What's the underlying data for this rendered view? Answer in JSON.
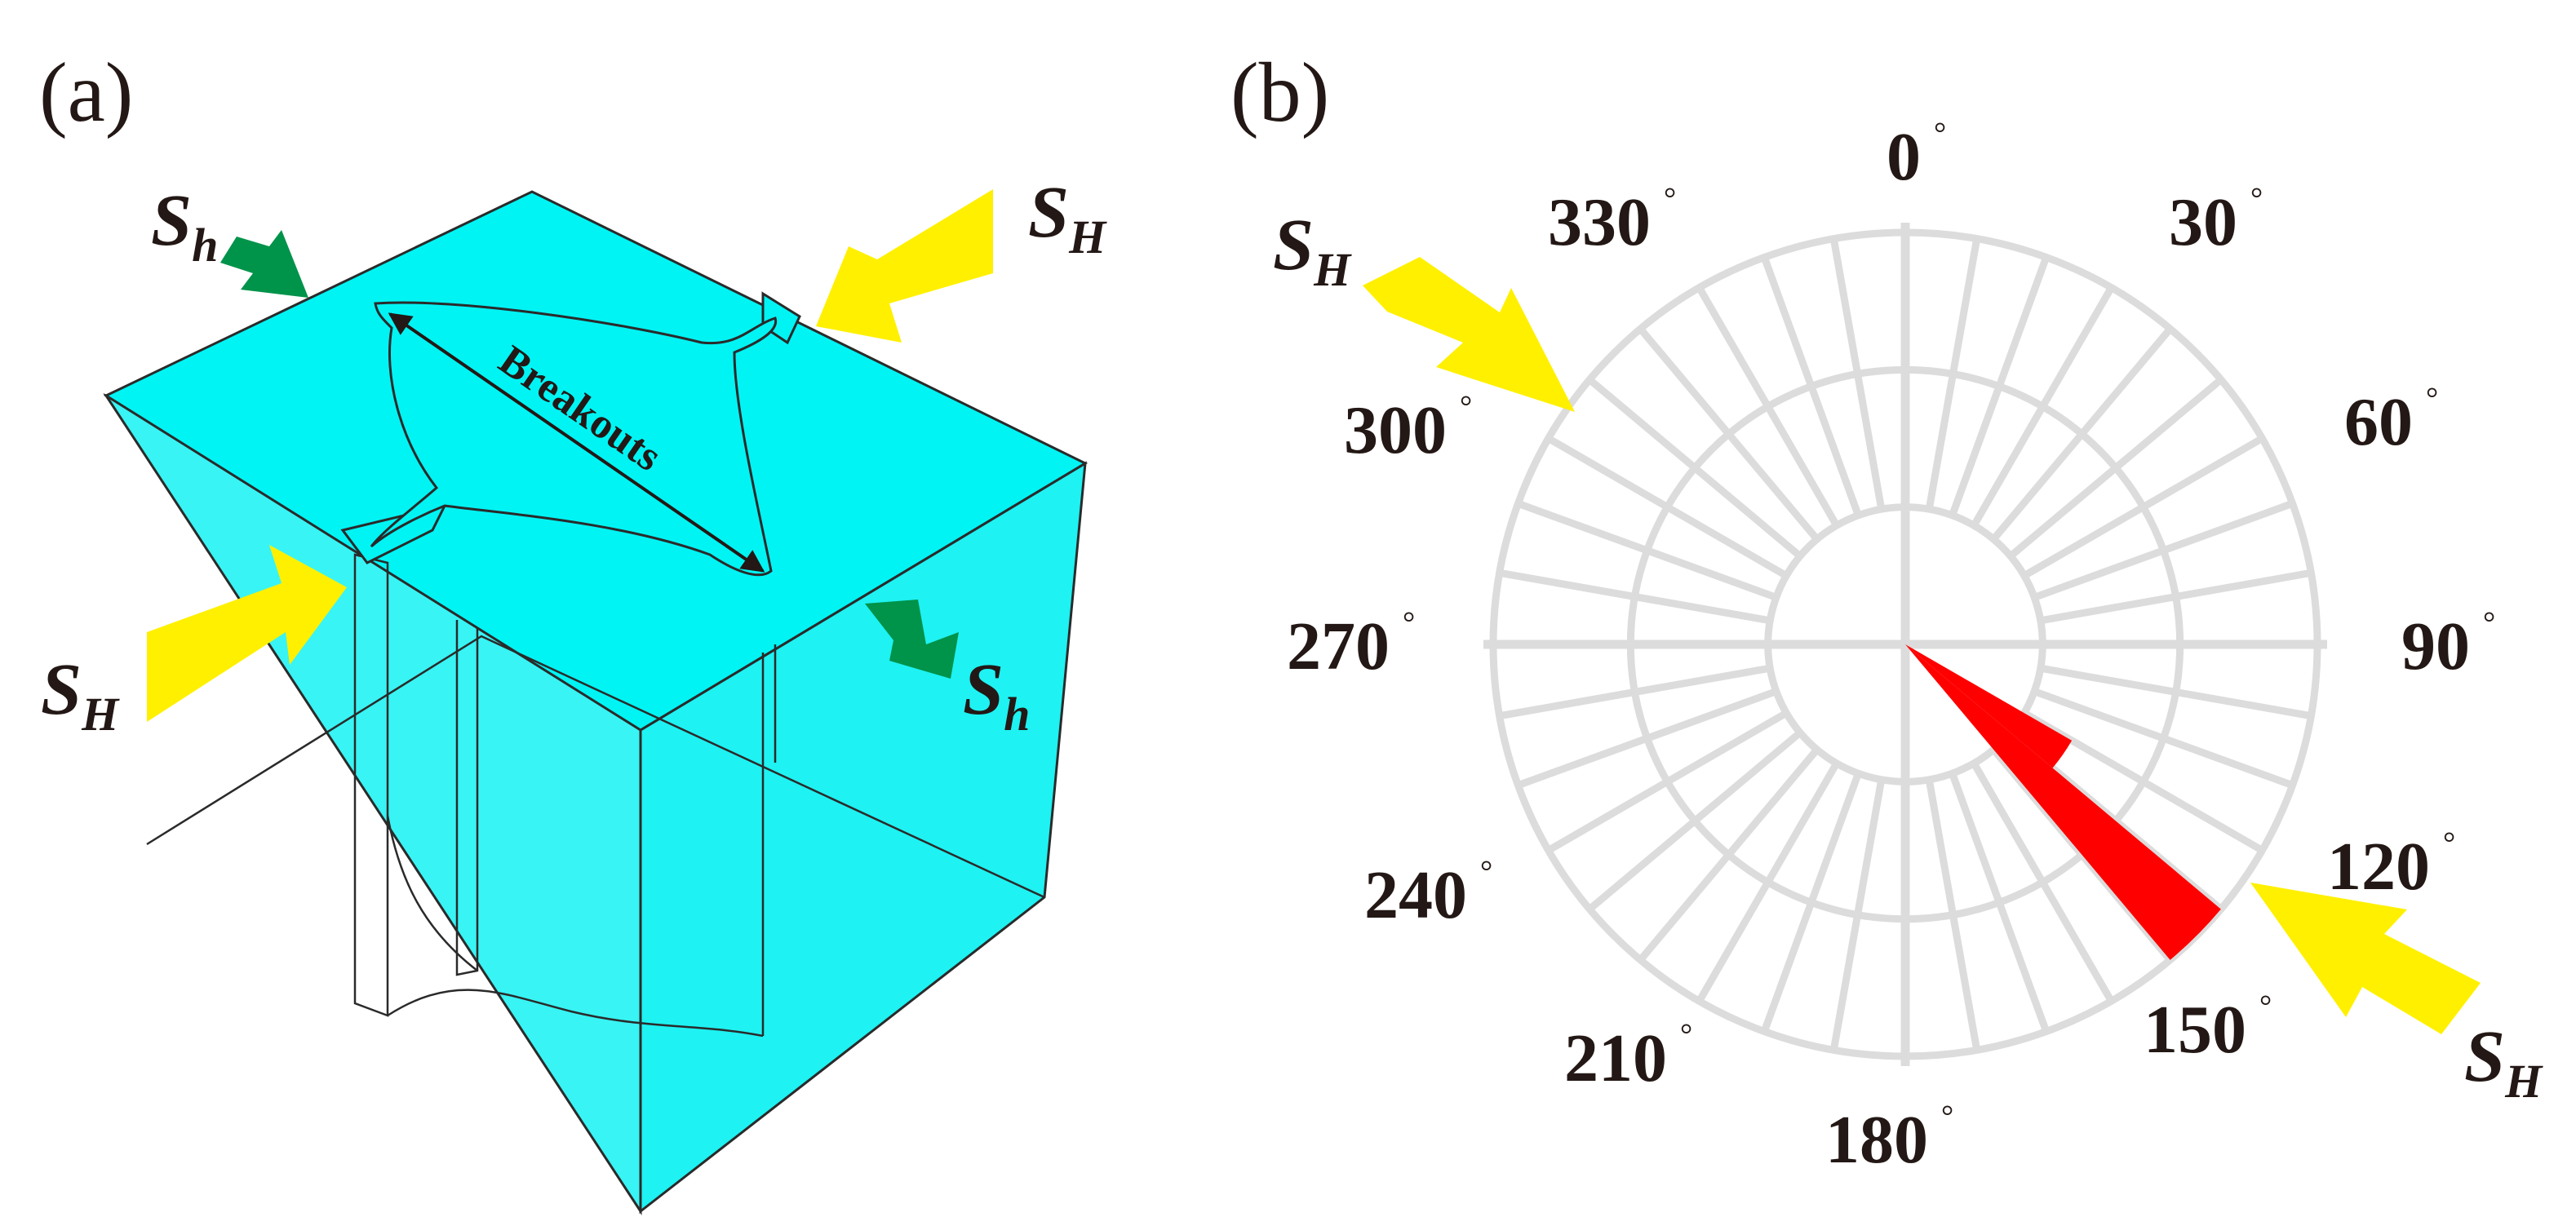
{
  "panels": {
    "a": {
      "label": "(a)",
      "breakout_label": "Breakouts",
      "stress_labels": [
        {
          "id": "sh-top-left",
          "main": "S",
          "sub": "h"
        },
        {
          "id": "sH-top-right",
          "main": "S",
          "sub": "H"
        },
        {
          "id": "sH-left",
          "main": "S",
          "sub": "H"
        },
        {
          "id": "sh-right",
          "main": "S",
          "sub": "h"
        }
      ]
    },
    "b": {
      "label": "(b)",
      "angle_labels": [
        "0",
        "30",
        "60",
        "90",
        "120",
        "150",
        "180",
        "210",
        "240",
        "270",
        "300",
        "330"
      ],
      "degree_symbol": "°",
      "stress_labels": [
        {
          "id": "sH-upper",
          "main": "S",
          "sub": "H"
        },
        {
          "id": "sH-lower",
          "main": "S",
          "sub": "H"
        }
      ]
    }
  },
  "rose": {
    "sector_width_deg": 10,
    "rings": 3,
    "petals": [
      {
        "from_deg": 130,
        "to_deg": 140,
        "length": 3.0
      },
      {
        "from_deg": 120,
        "to_deg": 130,
        "length": 1.4
      }
    ],
    "sH_direction_deg": 130
  },
  "colors": {
    "block_top": "#00f4f4",
    "block_front": "#38f4f4",
    "block_side": "#1ef2f2",
    "outline": "#2a2a2a",
    "sH_arrow": "#fff000",
    "sh_arrow": "#00934a",
    "rose_grid": "#dcdcdc",
    "rose_petal": "#ff0000",
    "text": "#231815"
  }
}
